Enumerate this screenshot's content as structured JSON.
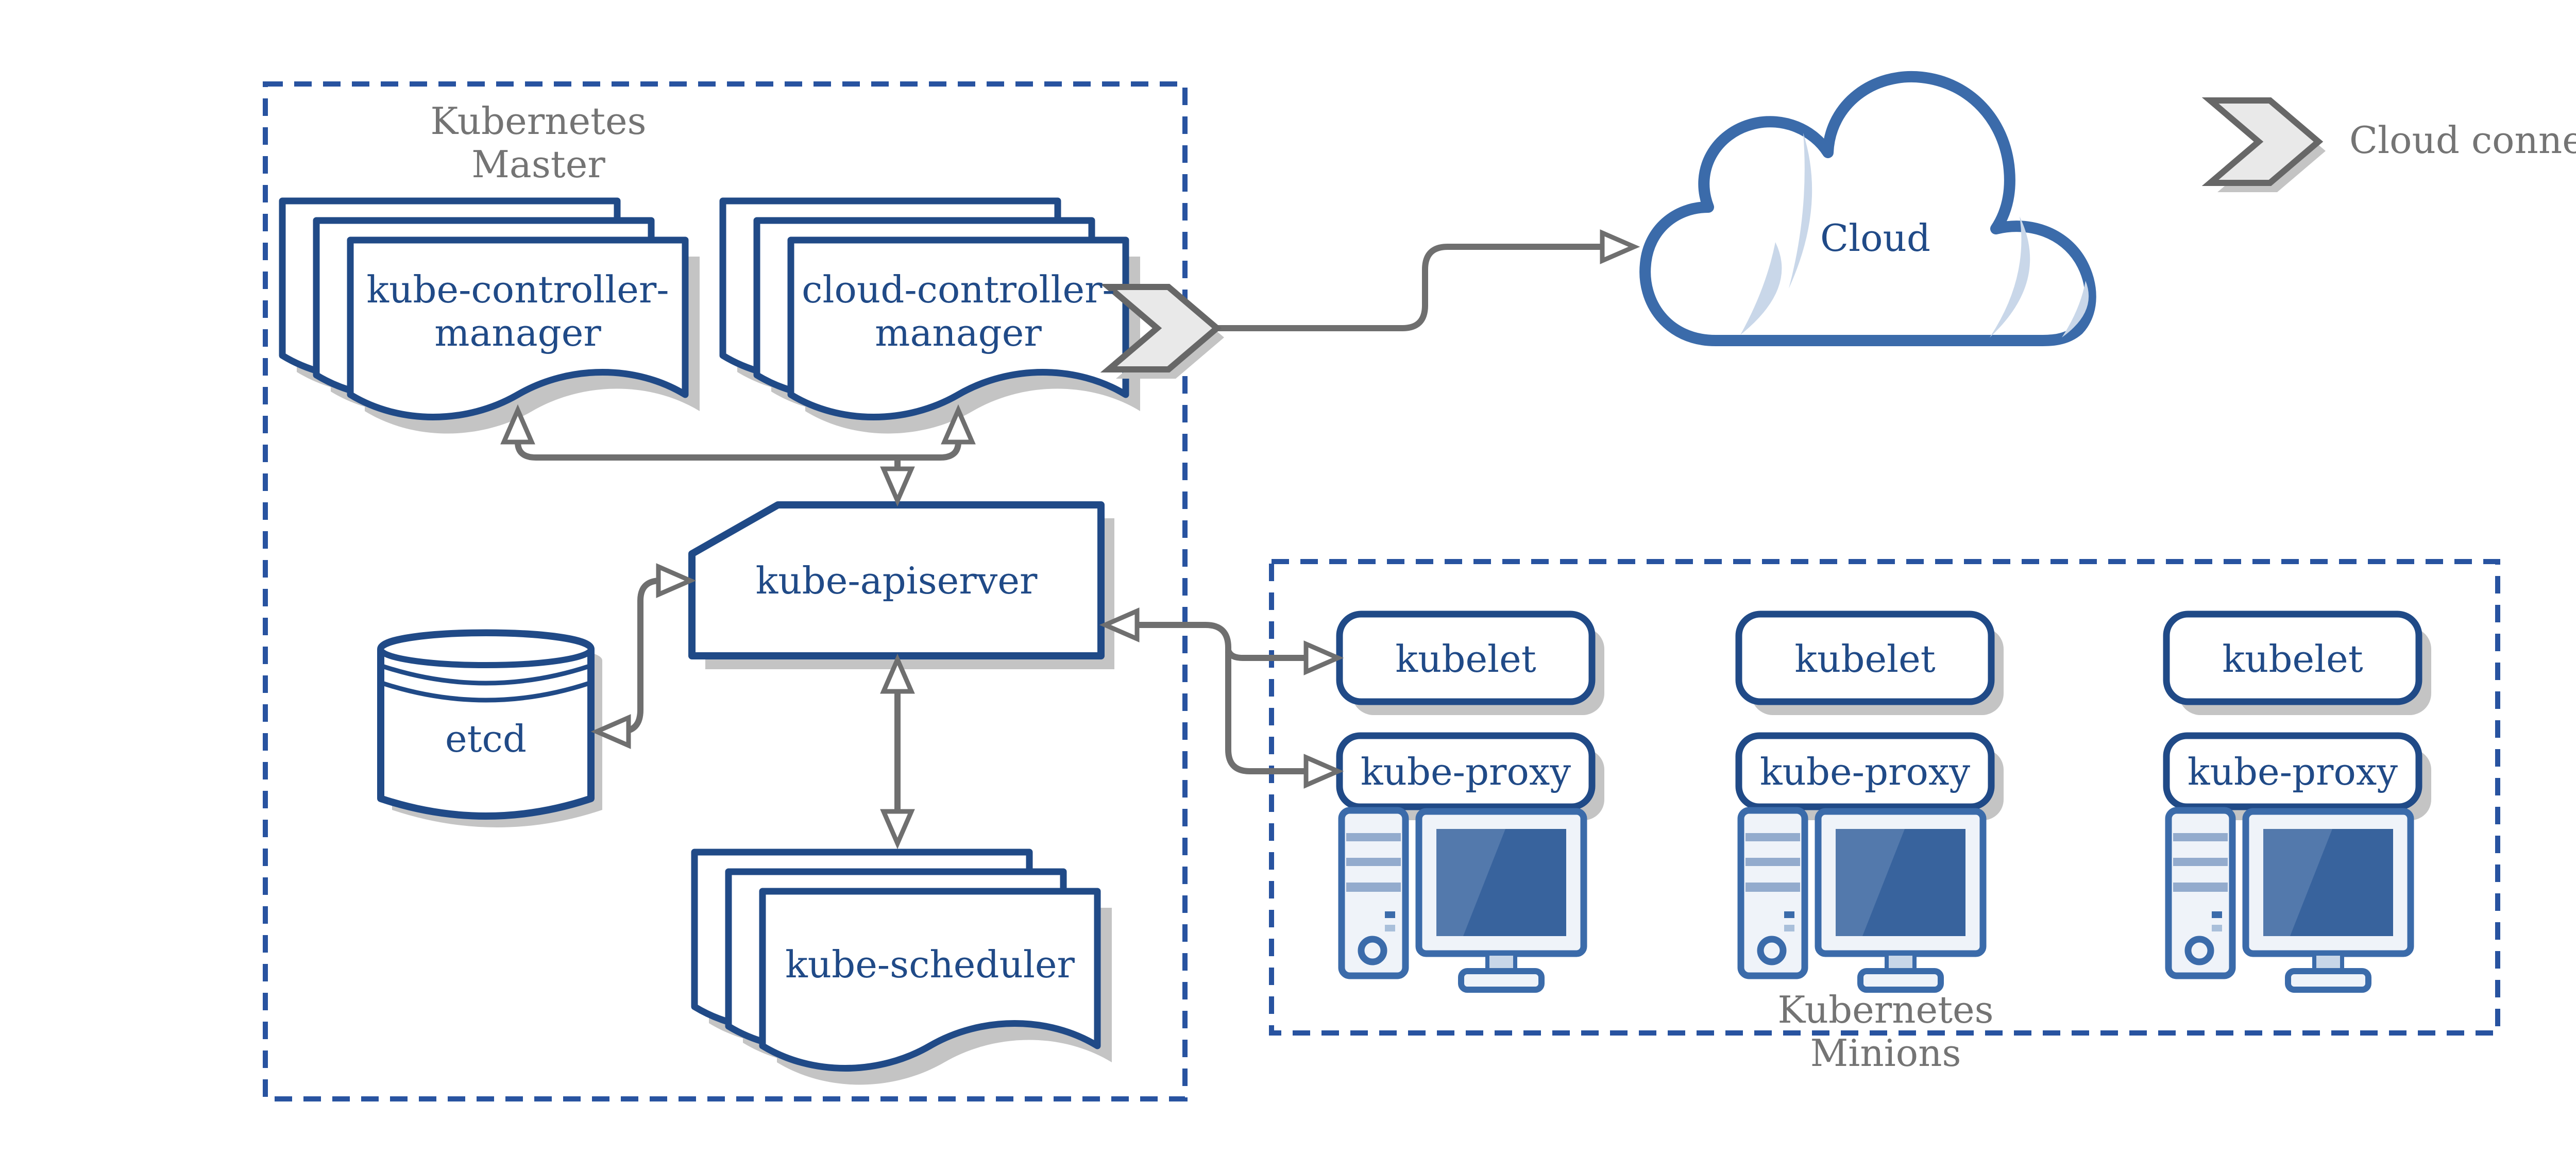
{
  "master": {
    "title_line1": "Kubernetes",
    "title_line2": "Master",
    "kube_controller_manager_line1": "kube-controller-",
    "kube_controller_manager_line2": "manager",
    "cloud_controller_manager_line1": "cloud-controller-",
    "cloud_controller_manager_line2": "manager",
    "kube_apiserver": "kube-apiserver",
    "etcd": "etcd",
    "kube_scheduler": "kube-scheduler"
  },
  "cloud": {
    "label": "Cloud"
  },
  "legend": {
    "label": "Cloud connector"
  },
  "minions": {
    "title_line1": "Kubernetes",
    "title_line2": "Minions",
    "nodes": [
      {
        "kubelet": "kubelet",
        "kube_proxy": "kube-proxy"
      },
      {
        "kubelet": "kubelet",
        "kube_proxy": "kube-proxy"
      },
      {
        "kubelet": "kubelet",
        "kube_proxy": "kube-proxy"
      }
    ]
  },
  "colors": {
    "shape_blue": "#204A87",
    "dash_blue": "#2853A0",
    "steel_blue": "#3B6BAA",
    "screen_blue": "#38639D",
    "screen_highlight": "#5379AC",
    "accent_light_blue": "#C9D7E9",
    "icon_fill": "#EFF3F9",
    "text_blue": "#204A87",
    "text_gray": "#747474",
    "arrow_gray": "#6F6F6F",
    "chevron_fill": "#E9E9E9",
    "shadow_gray": "#C4C4C4"
  }
}
